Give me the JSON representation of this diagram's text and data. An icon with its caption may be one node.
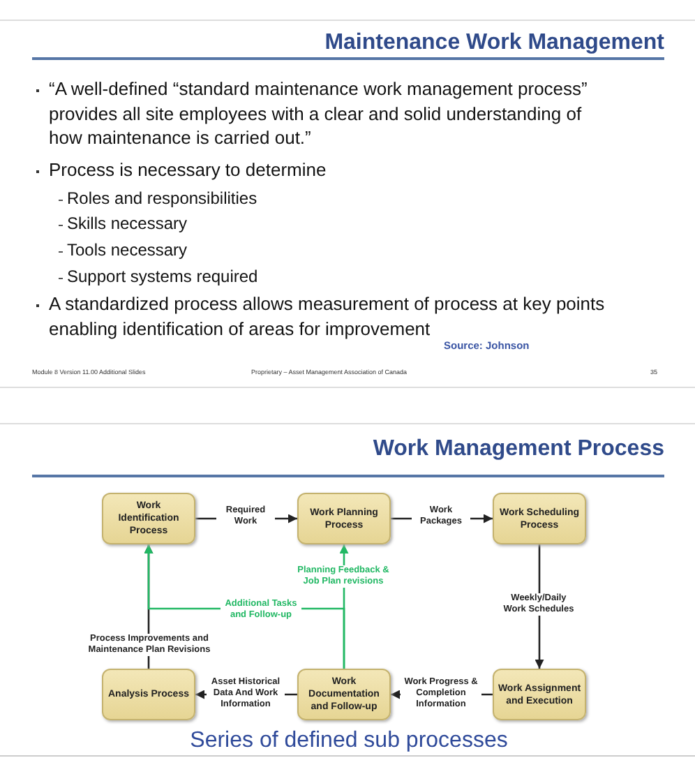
{
  "diagram": {
    "nodes": [
      {
        "text": [
          "Work Identification Process"
        ]
      },
      {
        "text": [
          "Work Planning Process"
        ]
      },
      {
        "text": [
          "Work Scheduling Process"
        ]
      },
      {
        "text": [
          "Analysis Process"
        ]
      },
      {
        "text": [
          "Work Documentation and Follow-up"
        ]
      },
      {
        "text": [
          "Work Assignment and Execution"
        ]
      }
    ],
    "edges": [
      {
        "from": 0,
        "to": 1,
        "arrow": "to",
        "label": "Required Work"
      },
      {
        "from": 1,
        "to": 2,
        "arrow": "to",
        "label": "Work Packages"
      },
      {
        "from": 2,
        "to": 5,
        "arrow": "to",
        "label": "Weekly/Daily Work Schedules"
      },
      {
        "from": 5,
        "to": 4,
        "arrow": "to",
        "label": "Work Progress & Completion Information"
      },
      {
        "from": 4,
        "to": 3,
        "arrow": "to",
        "label": "Asset Historical Data And Work Information"
      },
      {
        "from": 3,
        "to": 0,
        "arrow": "to",
        "label": "Process Improvements and Maintenance Plan Revisions"
      },
      {
        "from": 4,
        "to": 1,
        "arrow": "to",
        "label": "Planning Feedback & Job Plan revisions",
        "color": "#22b864"
      },
      {
        "from": 4,
        "to": 0,
        "arrow": "to",
        "label": "Additional Tasks and Follow-up",
        "color": "#22b864"
      }
    ],
    "labels": [
      "Maintenance Work Management",
      "“A well-defined “standard maintenance work management process” provides all site employees with a clear and solid understanding of how maintenance is carried out.”",
      "Process is necessary to determine",
      "Roles and responsibilities",
      "Skills necessary",
      "Tools necessary",
      "Support systems required",
      "A standardized process allows measurement of process at key points enabling identification of areas for improvement",
      "Source: Johnson",
      "Module 8 Version 11.00 Additional Slides",
      "Proprietary – Asset Management Association of Canada",
      "35",
      "Work Management Process",
      "Series of defined sub processes"
    ]
  }
}
